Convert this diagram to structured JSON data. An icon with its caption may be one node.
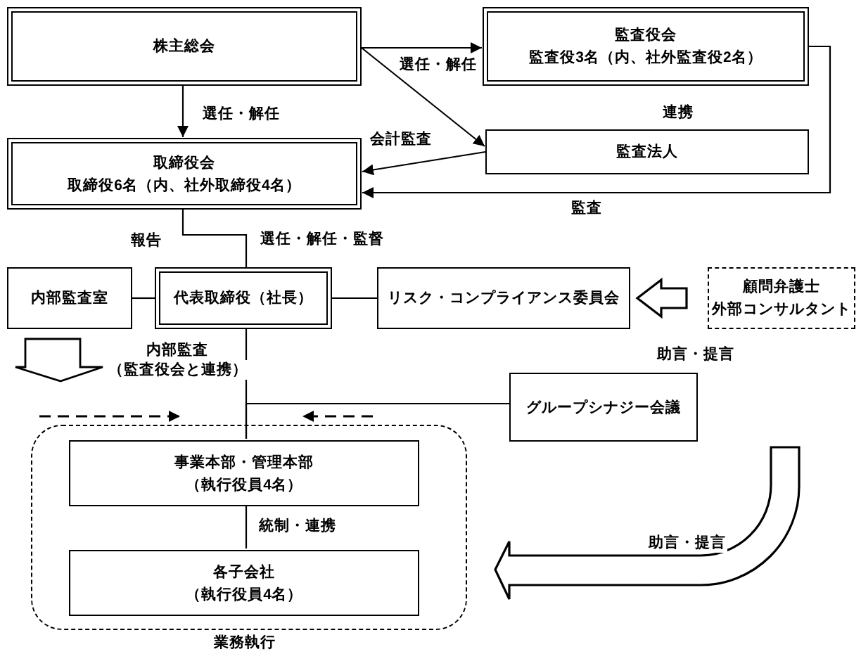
{
  "diagram": {
    "nodes": [
      {
        "text": [
          "株主総会"
        ]
      },
      {
        "text": [
          "監査役会",
          "監査役3名（内、社外監査役2名）"
        ]
      },
      {
        "text": [
          "監査法人"
        ]
      },
      {
        "text": [
          "取締役会",
          "取締役6名（内、社外取締役4名）"
        ]
      },
      {
        "text": [
          "内部監査室"
        ]
      },
      {
        "text": [
          "代表取締役（社長）"
        ]
      },
      {
        "text": [
          "リスク・コンプライアンス委員会"
        ]
      },
      {
        "text": [
          "顧問弁護士",
          "外部コンサルタント"
        ]
      },
      {
        "text": [
          "グループシナジー会議"
        ]
      },
      {
        "text": [],
        "shape": "box",
        "beside": [
          "業務執行"
        ]
      },
      {
        "text": [
          "事業本部・管理本部",
          "（執行役員4名）"
        ],
        "in": 9
      },
      {
        "text": [
          "各子会社",
          "（執行役員4名）"
        ],
        "in": 9
      }
    ],
    "edges": [
      {
        "from": 0,
        "to": 3,
        "arrow": "to",
        "label": "選任・解任"
      },
      {
        "from": 0,
        "to": 1,
        "arrow": "to",
        "label": "選任・解任"
      },
      {
        "from": 0,
        "to": 2,
        "arrow": "to"
      },
      {
        "from": 2,
        "to": 3,
        "arrow": "to",
        "label": "会計監査"
      },
      {
        "from": 1,
        "to": 3,
        "arrow": "to",
        "label": "監査"
      },
      {
        "from": 3,
        "to": 5,
        "arrow": "none",
        "label": "選任・解任・監督"
      },
      {
        "from": 4,
        "to": 5,
        "arrow": "none"
      },
      {
        "from": 5,
        "to": 6,
        "arrow": "none"
      },
      {
        "from": 7,
        "to": 6,
        "arrow": "to",
        "style": "thick",
        "label": "助言・提言"
      },
      {
        "from": 5,
        "to": 10,
        "arrow": "none"
      },
      {
        "from": 8,
        "to": 10,
        "arrow": "none"
      },
      {
        "from": 10,
        "to": 11,
        "arrow": "none",
        "label": "統制・連携"
      },
      {
        "from": 7,
        "to": 9,
        "arrow": "to",
        "style": "thick",
        "label": "助言・提言"
      }
    ],
    "labels": [
      "連携",
      "報告",
      "内部監査",
      "（監査役会と連携）"
    ]
  }
}
